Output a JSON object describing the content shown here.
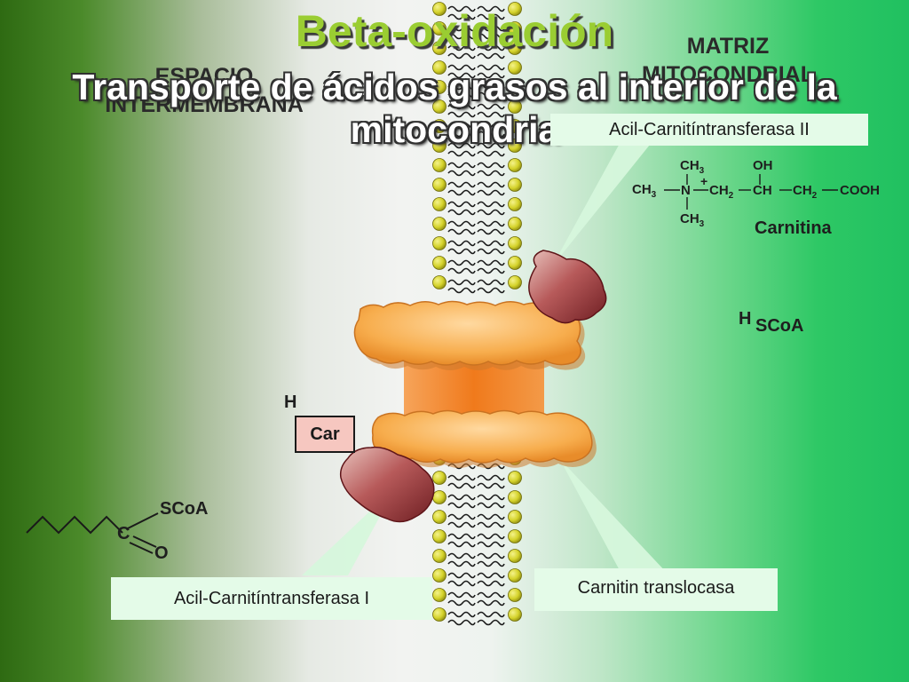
{
  "slide": {
    "title": "Beta-oxidación",
    "subtitle": "Transporte de ácidos grasos al interior de la mitocondria"
  },
  "regions": {
    "left": "ESPACIO INTERMEMBRANA",
    "right": "MATRIZ MITOCONDRIAL"
  },
  "labels": {
    "enzyme_2": "Acil-Carnitíntransferasa II",
    "enzyme_1": "Acil-Carnitíntransferasa I",
    "translocase": "Carnitin  translocasa",
    "carnitine_name": "Carnitina",
    "car": "Car"
  },
  "chemistry": {
    "hscoa_h": "H",
    "hscoa_rest": "SCoA",
    "h_left": "H",
    "acyl_scoa": "SCoA",
    "acyl_c": "C",
    "acyl_o": "O",
    "carnitine": {
      "ch3_top": "CH3",
      "oh": "OH",
      "ch3_left": "CH3",
      "n": "N",
      "plus": "+",
      "ch2_a": "CH2",
      "ch": "CH",
      "ch2_b": "CH2",
      "cooh": "COOH",
      "ch3_bottom": "CH3"
    }
  },
  "colors": {
    "title": "#9acd32",
    "lipid_head": "#d4d22a",
    "protein_cap": "#f7ad4d",
    "protein_core": "#f07a1c",
    "enzyme": "#b75a5a",
    "label_box": "#e4fbe8",
    "car_box": "#f6c7c0"
  }
}
